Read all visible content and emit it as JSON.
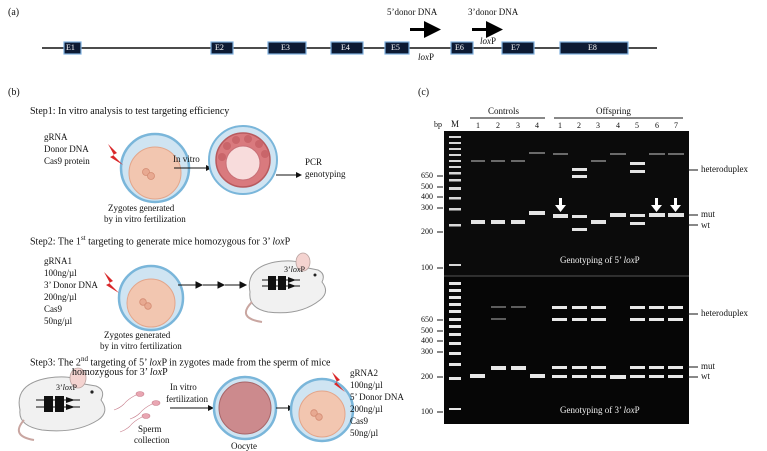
{
  "panel_a": {
    "label": "(a)",
    "exons": [
      "E1",
      "E2",
      "E3",
      "E4",
      "E5",
      "E6",
      "E7",
      "E8"
    ],
    "donor5": "5’donor DNA",
    "donor3": "3’donor DNA",
    "loxp_prefix": "lox",
    "loxp_suffix": "P"
  },
  "panel_b": {
    "label": "(b)",
    "step1": {
      "title": "Step1: In vitro analysis to test targeting efficiency",
      "reagents": [
        "gRNA",
        "Donor DNA",
        "Cas9 protein"
      ],
      "arrow1": "In vitro",
      "result": [
        "PCR",
        "genotyping"
      ],
      "caption": [
        "Zygotes generated",
        "by in vitro fertilization"
      ]
    },
    "step2": {
      "title_a": "Step2: The 1",
      "title_sup": "st",
      "title_b": " targeting to generate mice homozygous for 3’ ",
      "title_lox": "lox",
      "title_end": "P",
      "reagents": [
        "gRNA1",
        "100ng/µl",
        "3’ Donor DNA",
        "200ng/µl",
        "Cas9",
        "50ng/µl"
      ],
      "caption": [
        "Zygotes generated",
        "by in vitro fertilization"
      ],
      "mouse_label_a": "3’",
      "mouse_label_lox": "lox",
      "mouse_label_end": "P"
    },
    "step3": {
      "title_a": "Step3: The 2",
      "title_sup": "nd",
      "title_b": " targeting of 5’ ",
      "title_lox": "lox",
      "title_c": "P in zygotes made from the sperm of mice",
      "title_line2_a": "homozygous for 3’ ",
      "title_line2_lox": "lox",
      "title_line2_end": "P",
      "mouse_label_a": "3’",
      "mouse_label_lox": "lox",
      "mouse_label_end": "P",
      "sperm": [
        "Sperm",
        "collection"
      ],
      "ivf": [
        "In vitro",
        "fertilization"
      ],
      "oocyte": "Oocyte",
      "reagents": [
        "gRNA2",
        "100ng/µl",
        "5’ Donor DNA",
        "200ng/µl",
        "Cas9",
        "50ng/µl"
      ]
    }
  },
  "panel_c": {
    "label": "(c)",
    "controls": "Controls",
    "offspring": "Offspring",
    "bp": "bp",
    "marker": "M",
    "control_lanes": [
      "1",
      "2",
      "3",
      "4"
    ],
    "offspring_lanes": [
      "1",
      "2",
      "3",
      "4",
      "5",
      "6",
      "7"
    ],
    "ladder_top": [
      "650",
      "500",
      "400",
      "300",
      "200",
      "100"
    ],
    "ladder_bottom": [
      "650",
      "500",
      "400",
      "300",
      "200",
      "100"
    ],
    "band_labels": [
      "heteroduplex",
      "mut",
      "wt"
    ],
    "gel1_caption_a": "Genotyping of 5’ ",
    "gel1_caption_lox": "lox",
    "gel1_caption_end": "P",
    "gel2_caption_a": "Genotyping of 3’ ",
    "gel2_caption_lox": "lox",
    "gel2_caption_end": "P"
  }
}
